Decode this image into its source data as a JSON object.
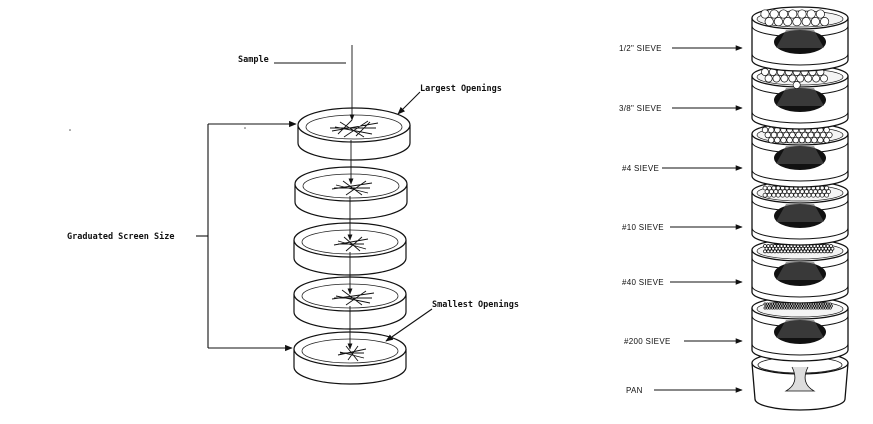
{
  "left_diagram": {
    "sample_label": "Sample",
    "largest_label": "Largest Openings",
    "smallest_label": "Smallest Openings",
    "graduated_label": "Graduated Screen Size"
  },
  "right_diagram": {
    "sieves": [
      {
        "label": "1/2\" SIEVE"
      },
      {
        "label": "3/8\" SIEVE"
      },
      {
        "label": "#4 SIEVE"
      },
      {
        "label": "#10 SIEVE"
      },
      {
        "label": "#40 SIEVE"
      },
      {
        "label": "#200 SIEVE"
      },
      {
        "label": "PAN"
      }
    ]
  }
}
